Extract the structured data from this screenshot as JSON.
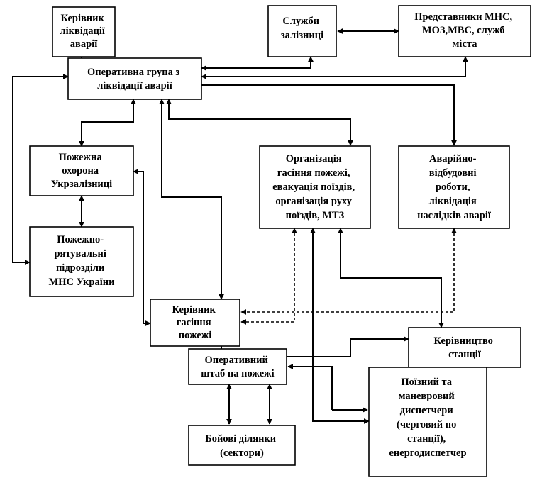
{
  "nodes": {
    "kerivnyk_likvidatsii": {
      "lines": [
        "Керівник",
        "ліквідації",
        "аварії"
      ]
    },
    "sluzhby_zaliznytsi": {
      "lines": [
        "Служби",
        "залізниці"
      ]
    },
    "predstavnyky": {
      "lines": [
        "Представники МНС,",
        "МОЗ,МВС, служб",
        "міста"
      ]
    },
    "operatyvna_grupa": {
      "lines": [
        "Оперативна група з",
        "ліквідації аварії"
      ]
    },
    "pozhezhna_okhorona": {
      "lines": [
        "Пожежна",
        "охорона",
        "Укрзалізниці"
      ]
    },
    "organizatsiia": {
      "lines": [
        "Організація",
        "гасіння пожежі,",
        "евакуація поїздів,",
        "організація руху",
        "поїздів, МТЗ"
      ]
    },
    "avariino_vidbudovni": {
      "lines": [
        "Аварійно-",
        "відбудовні",
        "роботи,",
        "ліквідація",
        "наслідків аварії"
      ]
    },
    "pozhezhno_riatuvalni": {
      "lines": [
        "Пожежно-",
        "рятувальні",
        "підрозділи",
        "МНС України"
      ]
    },
    "kerivnyk_gasinnia": {
      "lines": [
        "Керівник",
        "гасіння",
        "пожежі"
      ]
    },
    "kerivnytstvo_stantsii": {
      "lines": [
        "Керівництво",
        "станції"
      ]
    },
    "operatyvnyi_shtab": {
      "lines": [
        "Оперативний",
        "штаб на пожежі"
      ]
    },
    "dyspetchery": {
      "lines": [
        "Поїзний та",
        "маневровий",
        "диспетчери",
        "(черговий по",
        "станції),",
        "енергодиспетчер"
      ]
    },
    "boiovi_dilianky": {
      "lines": [
        "Бойові ділянки",
        "(сектори)"
      ]
    }
  }
}
